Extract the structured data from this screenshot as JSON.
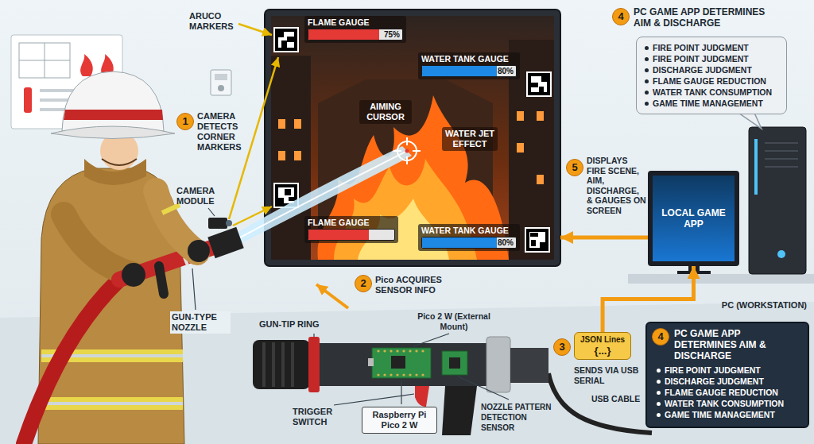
{
  "diagram": {
    "nodes": [
      {
        "text": [
          "AIMING CURSOR",
          "WATER JET EFFECT"
        ]
      },
      {
        "text": [
          "FLAME GAUGE",
          "75%"
        ],
        "in": 0
      },
      {
        "text": [
          "WATER TANK GAUGE",
          "80%"
        ],
        "in": 0
      },
      {
        "text": [
          "FLAME GAUGE"
        ],
        "in": 0
      },
      {
        "text": [
          "WATER TANK GAUGE",
          "80%"
        ],
        "in": 0
      },
      {
        "text": [
          "FIRE POINT JUDGMENT",
          "FIRE POINT JUDGMENT",
          "DISCHARGE JUDGMENT",
          "FLAME GAUGE REDUCTION",
          "WATER TANK CONSUMPTION",
          "GAME TIME MANAGEMENT"
        ]
      },
      {
        "text": [
          "LOCAL GAME APP"
        ]
      },
      {
        "text": [
          "JSON Lines",
          "{...}"
        ]
      },
      {
        "text": [
          "Raspberry Pi Pico 2 W"
        ]
      },
      {
        "text": [
          "PC GAME APP DETERMINES AIM & DISCHARGE",
          "FIRE POINT JUDGMENT",
          "DISCHARGE JUDGMENT",
          "FLAME GAUGE REDUCTION",
          "WATER TANK CONSUMPTION",
          "GAME TIME MANAGEMENT"
        ]
      }
    ],
    "edges": [
      {
        "from": 6,
        "to": 0,
        "arrow": "to"
      },
      {
        "from": 7,
        "to": 6,
        "arrow": "to"
      }
    ],
    "labels": [
      "ARUCO MARKERS",
      "1",
      "CAMERA DETECTS CORNER MARKERS",
      "CAMERA MODULE",
      "GUN-TYPE NOZZLE",
      "2",
      "Pico ACQUIRES SENSOR INFO",
      "GUN-TIP RING",
      "Pico 2 W (External Mount)",
      "TRIGGER SWITCH",
      "NOZZLE PATTERN DETECTION SENSOR",
      "3",
      "SENDS VIA USB SERIAL",
      "USB CABLE",
      "4",
      "PC GAME APP DETERMINES AIM & DISCHARGE",
      "5",
      "DISPLAYS FIRE SCENE, AIM, DISCHARGE, & GAUGES ON SCREEN",
      "PC (WORKSTATION)",
      "4"
    ]
  }
}
